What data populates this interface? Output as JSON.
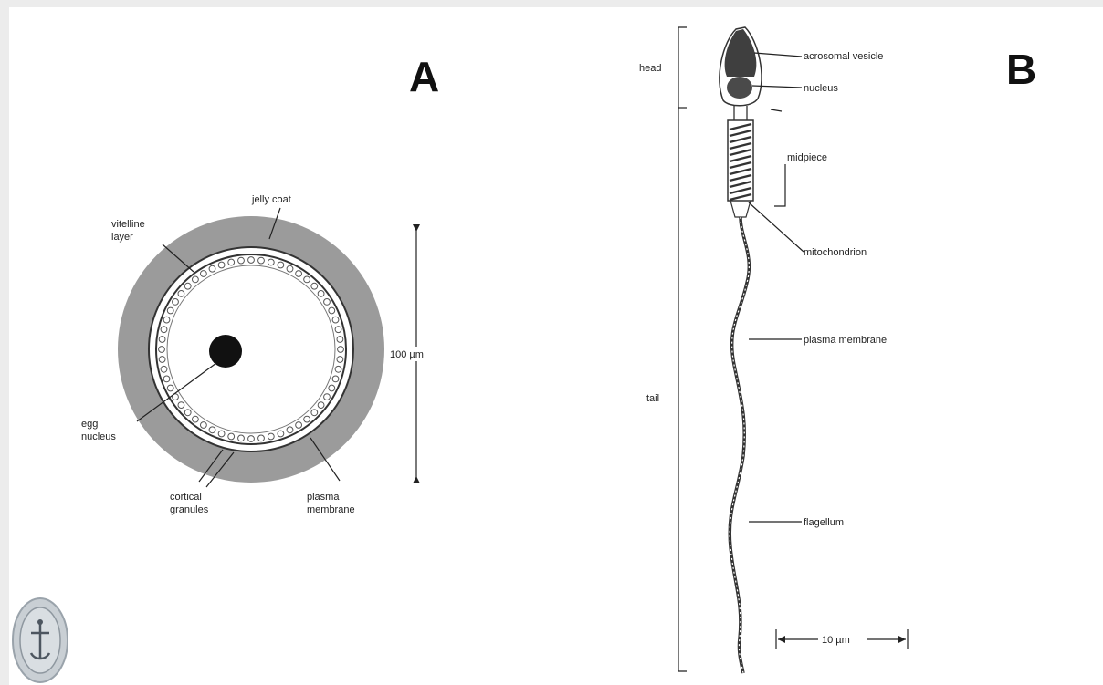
{
  "panel_a": {
    "letter": "A",
    "labels": {
      "jelly_coat": "jelly coat",
      "vitelline_1": "vitelline",
      "vitelline_2": "layer",
      "nucleus_1": "egg",
      "nucleus_2": "nucleus",
      "cortical_1": "cortical",
      "cortical_2": "granules",
      "plasma_1": "plasma",
      "plasma_2": "membrane",
      "scale": "100 µm"
    }
  },
  "panel_b": {
    "letter": "B",
    "labels": {
      "head": "head",
      "tail": "tail",
      "acrosomal_vesicle": "acrosomal vesicle",
      "nucleus": "nucleus",
      "midpiece": "midpiece",
      "mitochondrion": "mitochondrion",
      "plasma_membrane": "plasma membrane",
      "flagellum": "flagellum",
      "scale": "10 µm"
    }
  },
  "colors": {
    "page": "#ececec",
    "panel": "#ffffff",
    "jelly": "#9b9b9b",
    "ink": "#222222"
  },
  "icons": {
    "stamp": "seal-icon"
  }
}
